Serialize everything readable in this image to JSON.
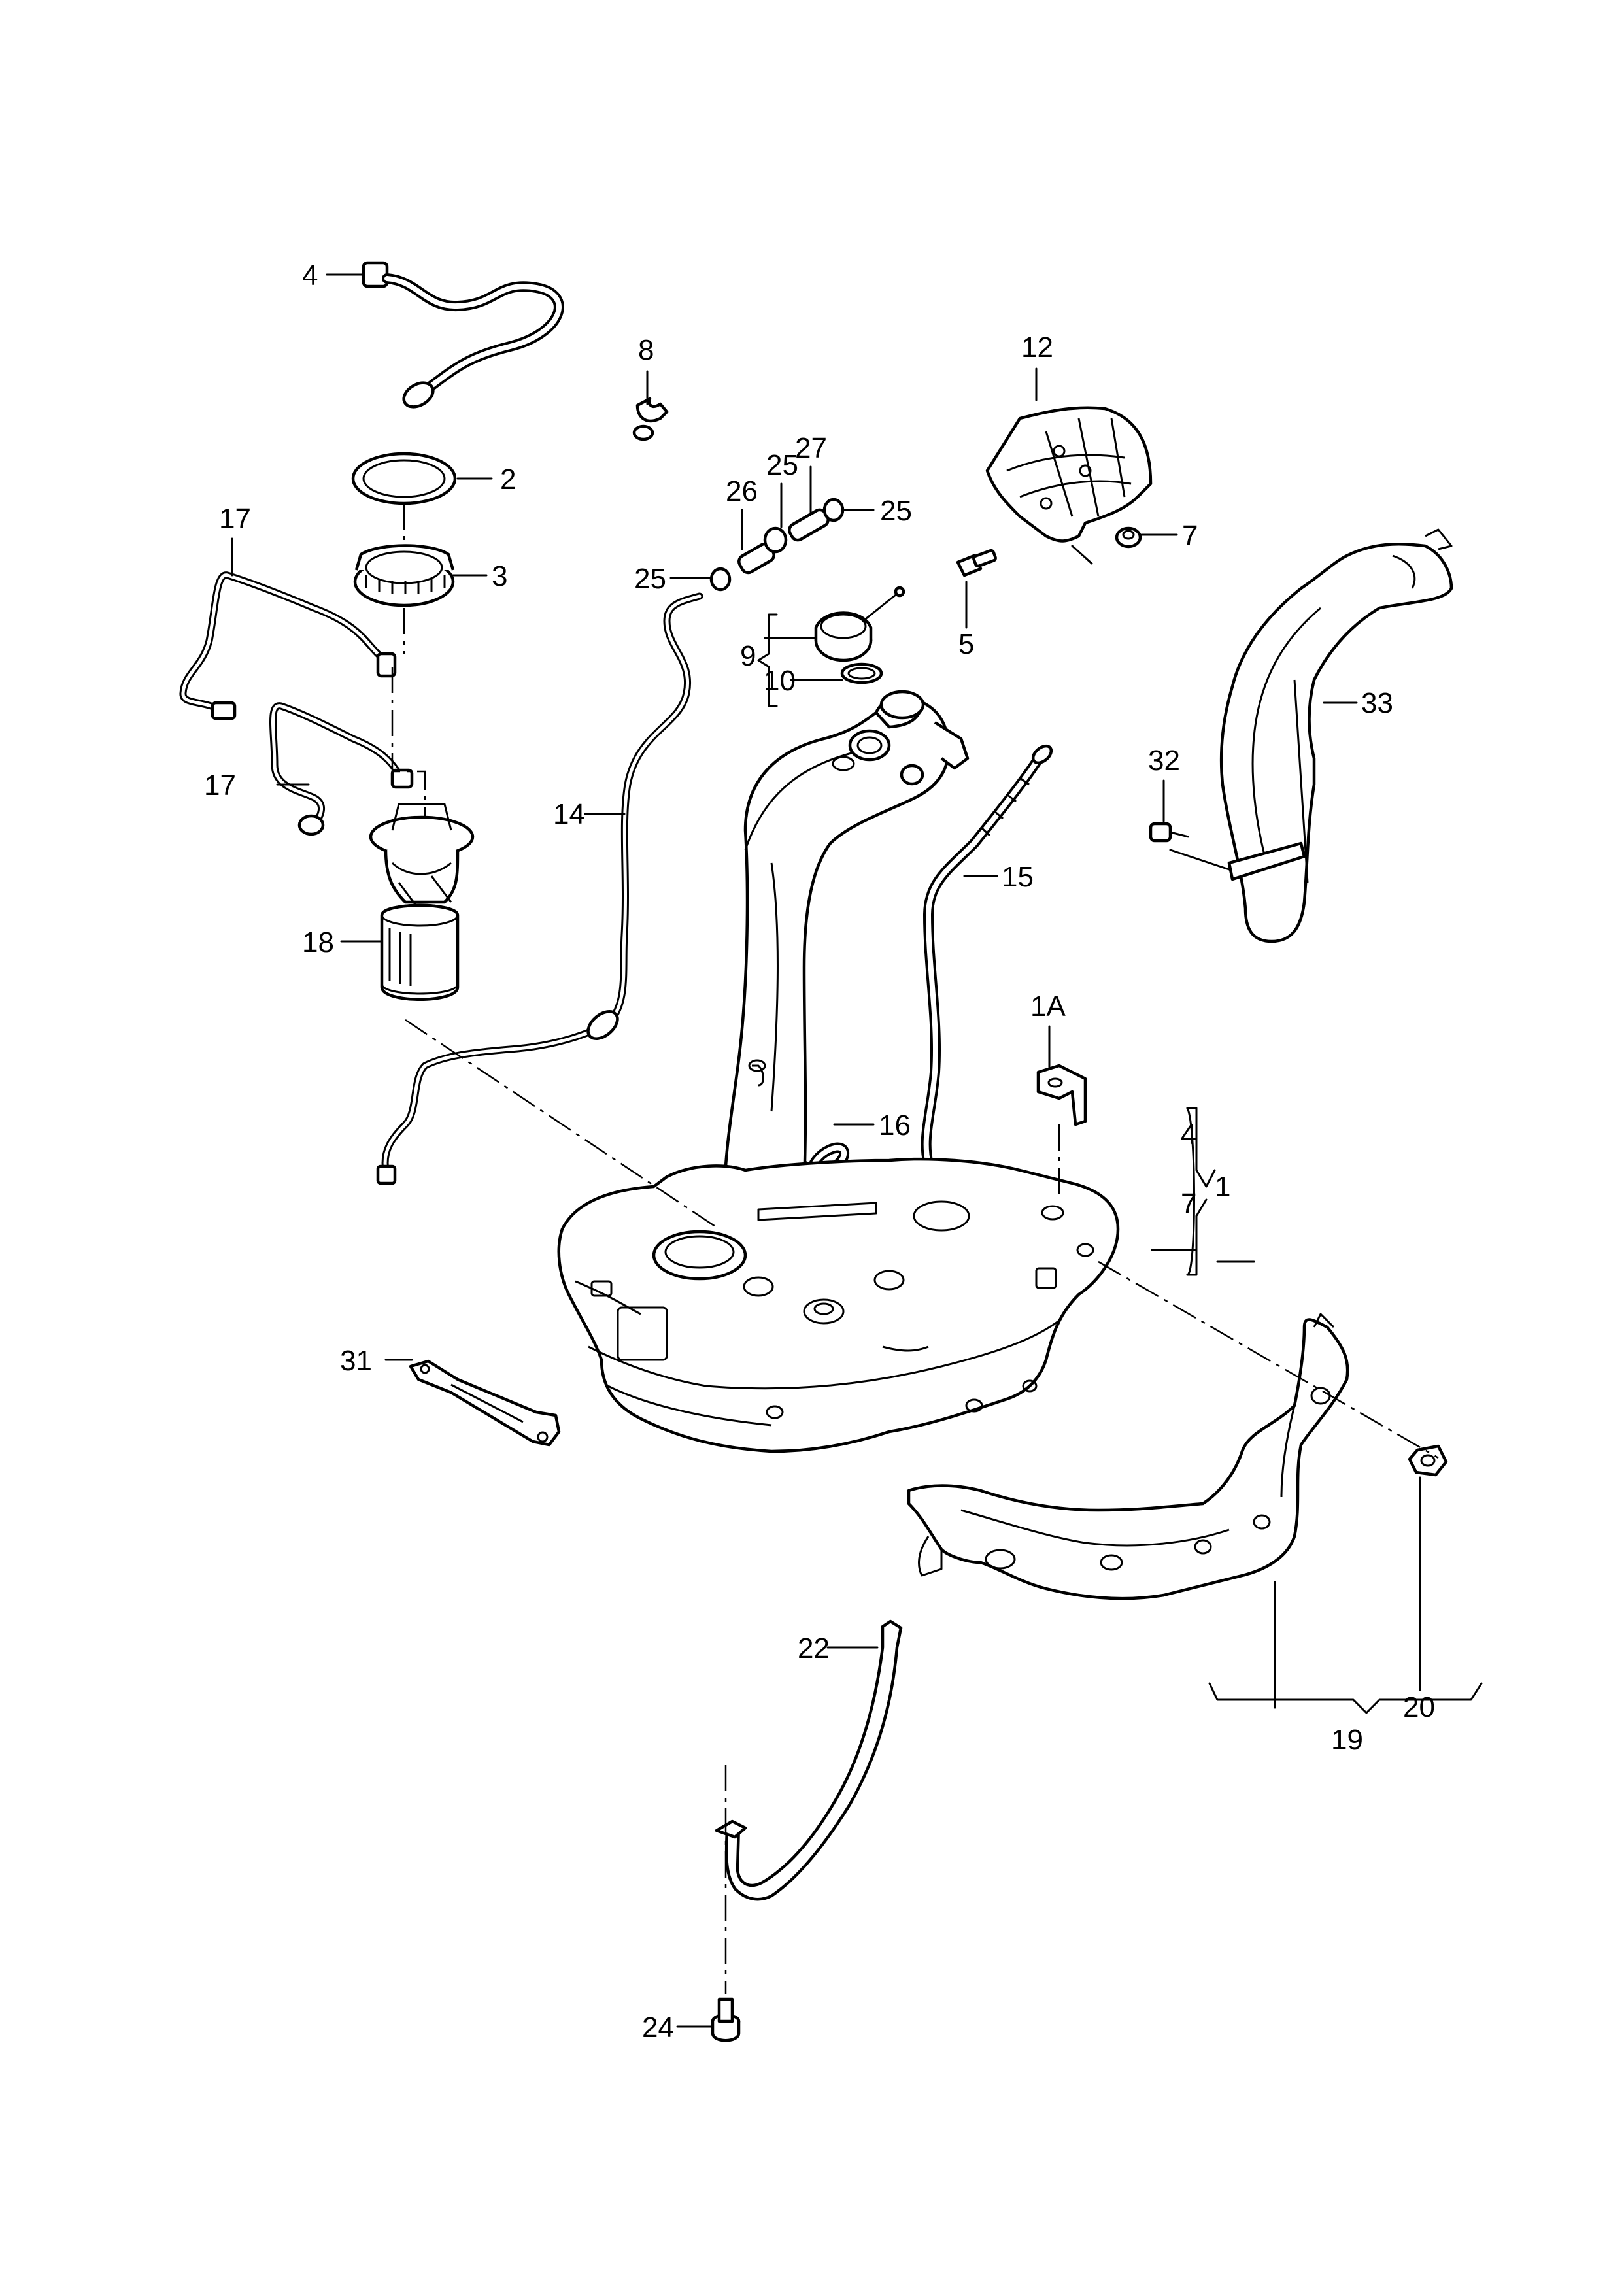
{
  "callouts": {
    "c4_top": "4",
    "c8": "8",
    "c12": "12",
    "c2": "2",
    "c3": "3",
    "c17_top": "17",
    "c17_mid": "17",
    "c26": "26",
    "c25_left": "25",
    "c27": "27",
    "c25_right": "25",
    "c25_low": "25",
    "c7_top": "7",
    "c5": "5",
    "c9": "9",
    "c10": "10",
    "c33": "33",
    "c32": "32",
    "c14": "14",
    "c15": "15",
    "c18": "18",
    "c1A": "1A",
    "c16": "16",
    "c4_bracket": "4",
    "c7_bracket": "7",
    "c1": "1",
    "c31": "31",
    "c20": "20",
    "c22": "22",
    "c19": "19",
    "c24": "24"
  }
}
